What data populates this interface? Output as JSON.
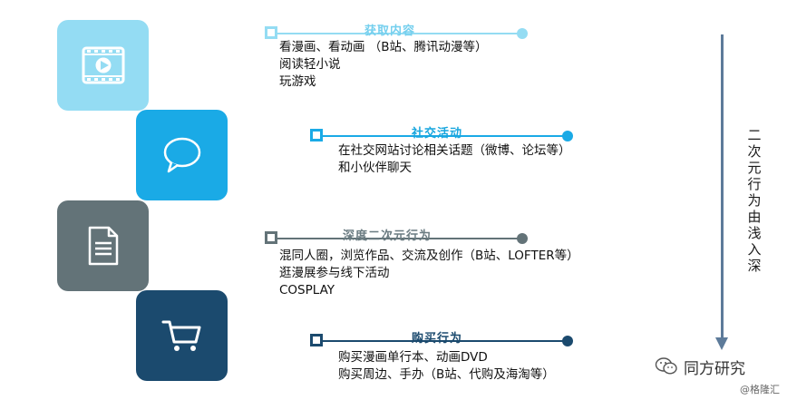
{
  "colors": {
    "light_blue": "#94dcf3",
    "sky_blue": "#1aaae6",
    "slate_gray": "#637378",
    "navy": "#1b4a6e",
    "title_light_blue": "#74cfee",
    "title_sky_blue": "#18a6de",
    "title_slate": "#6b7c82",
    "title_navy": "#1b4a6e",
    "arrow": "#5d7b9a"
  },
  "stages": [
    {
      "title": "获取内容",
      "icon": "video-player-icon",
      "lines": [
        "看漫画、看动画 （B站、腾讯动漫等）",
        "阅读轻小说",
        "玩游戏"
      ]
    },
    {
      "title": "社交活动",
      "icon": "chat-bubble-icon",
      "lines": [
        "在社交网站讨论相关话题（微博、论坛等）",
        "和小伙伴聊天"
      ]
    },
    {
      "title": "深度二次元行为",
      "icon": "document-icon",
      "lines": [
        "混同人圈，浏览作品、交流及创作（B站、LOFTER等）",
        "逛漫展参与线下活动",
        "COSPLAY"
      ]
    },
    {
      "title": "购买行为",
      "icon": "shopping-cart-icon",
      "lines": [
        "购买漫画单行本、动画DVD",
        "购买周边、手办（B站、代购及海淘等）"
      ]
    }
  ],
  "progression_label": "二次元行为由浅入深",
  "brand": "同方研究",
  "watermark": "@格隆汇"
}
